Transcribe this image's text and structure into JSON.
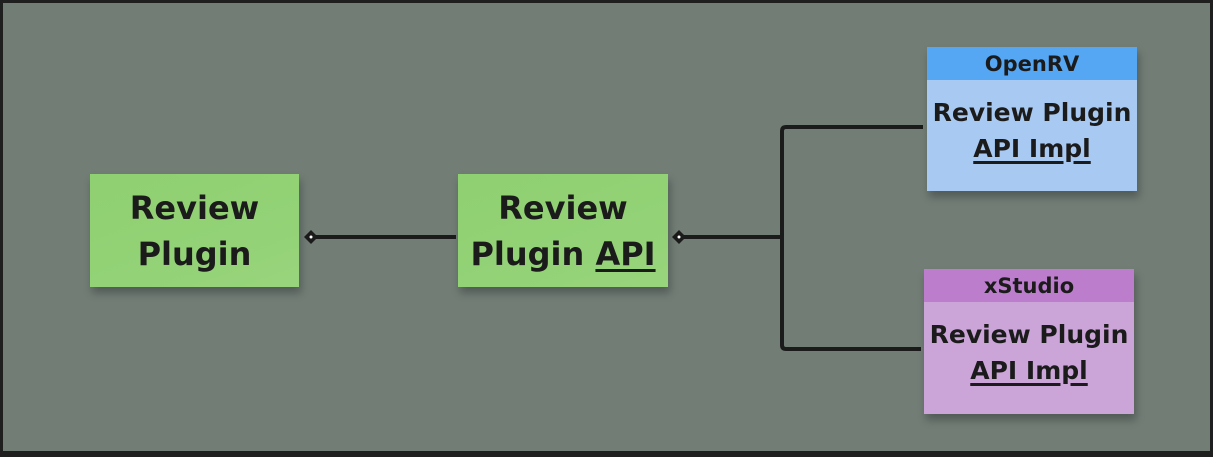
{
  "diagram": {
    "nodes": {
      "review_plugin": {
        "line1": "Review",
        "line2": "Plugin"
      },
      "review_plugin_api": {
        "line1": "Review",
        "line2_prefix": "Plugin ",
        "line2_link": "API"
      },
      "openrv": {
        "header": "OpenRV",
        "line1": "Review Plugin",
        "line2_link": "API Impl"
      },
      "xstudio": {
        "header": "xStudio",
        "line1": "Review Plugin",
        "line2_link": "API Impl"
      }
    },
    "edges": [
      {
        "from": "review_plugin_api",
        "to": "review_plugin",
        "type": "aggregation"
      },
      {
        "from": "openrv",
        "to": "review_plugin_api",
        "type": "aggregation"
      },
      {
        "from": "xstudio",
        "to": "review_plugin_api",
        "type": "aggregation"
      }
    ],
    "colors": {
      "canvas": "#727d76",
      "green_sticky": "#93d276",
      "openrv_header": "#55a7f4",
      "openrv_body": "#a8c9f2",
      "xstudio_header": "#bc7dcd",
      "xstudio_body": "#cba4d8",
      "connector": "#1b1b1b"
    }
  }
}
